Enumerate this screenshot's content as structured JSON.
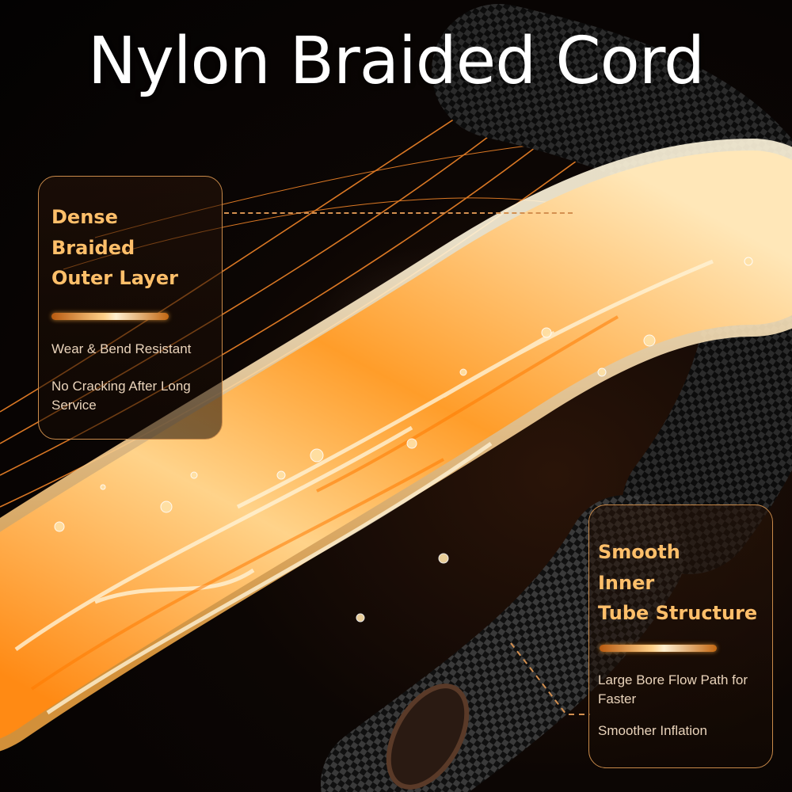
{
  "title": "Nylon Braided Cord",
  "callouts": {
    "outer": {
      "heading": [
        "Dense",
        "Braided",
        "Outer Layer"
      ],
      "features": [
        "Wear & Bend Resistant",
        "No Cracking After Long Service"
      ]
    },
    "inner": {
      "heading": [
        "Smooth",
        "Inner",
        "Tube Structure"
      ],
      "features": [
        "Large Bore Flow Path for Faster",
        "Smoother Inflation"
      ]
    }
  },
  "colors": {
    "accent": "#ffbf6a",
    "card_border": "#c98a4a",
    "glow": "#ff9a2a",
    "background": "#050302"
  }
}
